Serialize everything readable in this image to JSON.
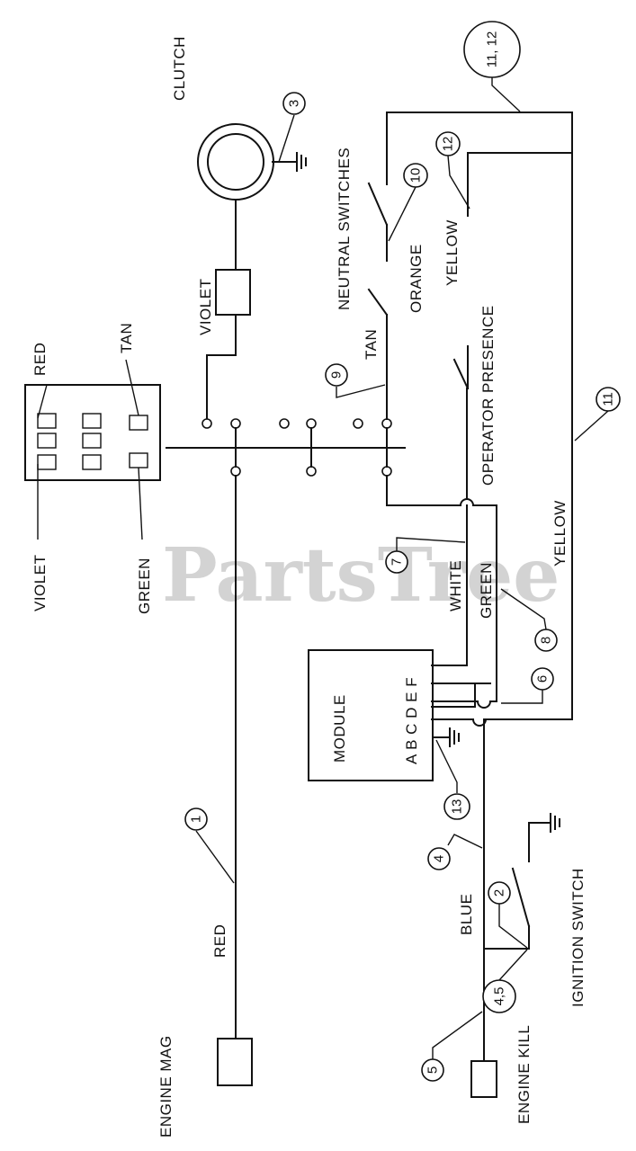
{
  "watermark": "PartsTree",
  "labels": {
    "clutch": "CLUTCH",
    "neutral_switches": "NEUTRAL SWITCHES",
    "operator_presence": "OPERATOR PRESENCE",
    "module": "MODULE",
    "module_pins": "A B C D E F",
    "ignition_switch": "IGNITION SWITCH",
    "engine_mag": "ENGINE MAG",
    "engine_kill": "ENGINE KILL"
  },
  "wires": {
    "red": "RED",
    "red_conn": "RED",
    "violet": "VIOLET",
    "violet_conn": "VIOLET",
    "tan": "TAN",
    "tan_conn": "TAN",
    "green": "GREEN",
    "green_conn": "GREEN",
    "white": "WHITE",
    "orange": "ORANGE",
    "yellow_top": "YELLOW",
    "yellow_main": "YELLOW",
    "blue": "BLUE"
  },
  "callouts": {
    "c1": "1",
    "c2": "2",
    "c3": "3",
    "c4": "4",
    "c45": "4,5",
    "c5": "5",
    "c6": "6",
    "c7": "7",
    "c8": "8",
    "c9": "9",
    "c10": "10",
    "c11": "11",
    "c11_12": "11, 12",
    "c12": "12",
    "c13": "13"
  }
}
